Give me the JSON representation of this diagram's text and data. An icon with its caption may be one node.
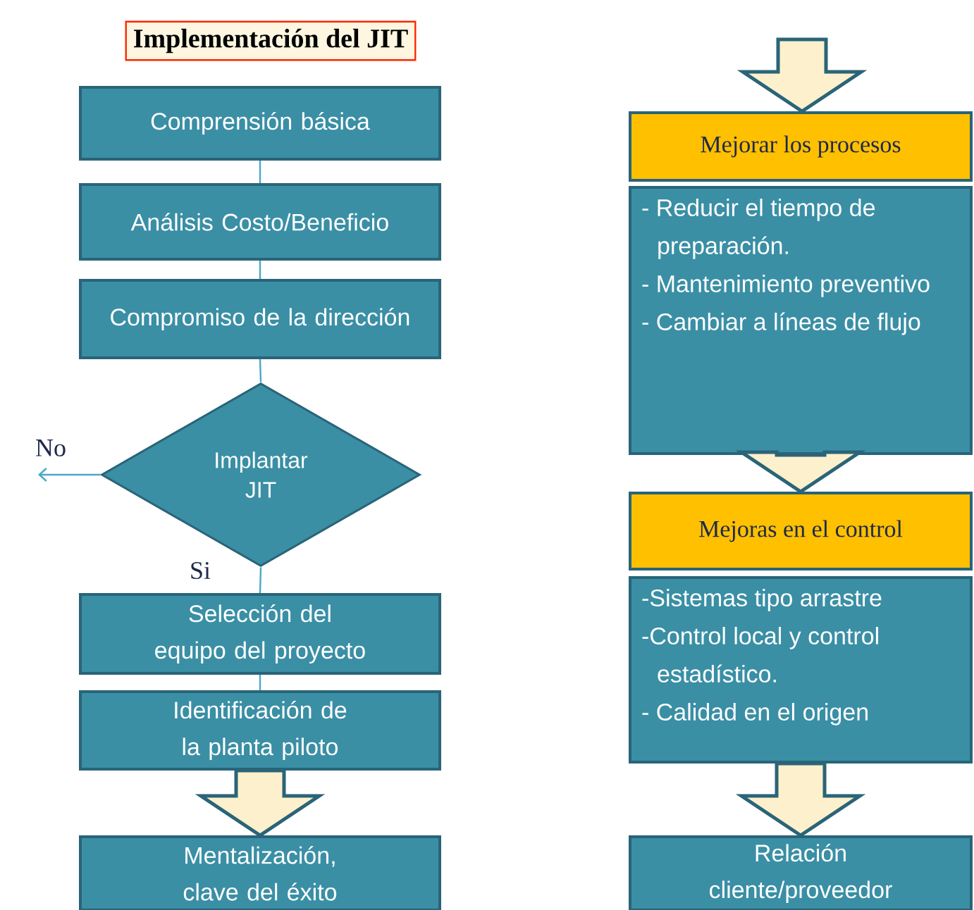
{
  "diagram": {
    "title": "Implementación del JIT",
    "nodes": [
      {
        "text": [
          "Comprensión básica"
        ]
      },
      {
        "text": [
          "Análisis Costo/Beneficio"
        ]
      },
      {
        "text": [
          "Compromiso de la dirección"
        ]
      },
      {
        "text": [
          "Implantar JIT"
        ]
      },
      {
        "text": [
          "Selección del equipo del proyecto"
        ]
      },
      {
        "text": [
          "Identificación de la planta piloto"
        ]
      },
      {
        "text": [
          "Mentalización, clave del éxito"
        ]
      },
      {
        "text": [
          "Mejorar los procesos"
        ]
      },
      {
        "text": [
          "- Reducir el tiempo de preparación.",
          "- Mantenimiento preventivo",
          "- Cambiar a líneas de flujo"
        ]
      },
      {
        "text": [
          "Mejoras en el control"
        ]
      },
      {
        "text": [
          "-Sistemas tipo arrastre",
          "-Control local y control estadístico.",
          "- Calidad en el origen"
        ]
      },
      {
        "text": [
          "Relación cliente/proveedor"
        ]
      }
    ],
    "edges": [
      {
        "from": 0,
        "to": 1,
        "arrow": "none"
      },
      {
        "from": 1,
        "to": 2,
        "arrow": "none"
      },
      {
        "from": 2,
        "to": 3,
        "arrow": "none"
      },
      {
        "from": 3,
        "to": null,
        "arrow": "to",
        "label": "No"
      },
      {
        "from": 3,
        "to": 4,
        "arrow": "none",
        "label": "Si"
      },
      {
        "from": 4,
        "to": 5,
        "arrow": "none"
      },
      {
        "from": 5,
        "to": 6,
        "arrow": "to",
        "style": "thick"
      },
      {
        "from": null,
        "to": 7,
        "arrow": "to",
        "style": "thick"
      },
      {
        "from": 8,
        "to": 9,
        "arrow": "to",
        "style": "thick"
      },
      {
        "from": 10,
        "to": 11,
        "arrow": "to",
        "style": "thick"
      }
    ]
  }
}
